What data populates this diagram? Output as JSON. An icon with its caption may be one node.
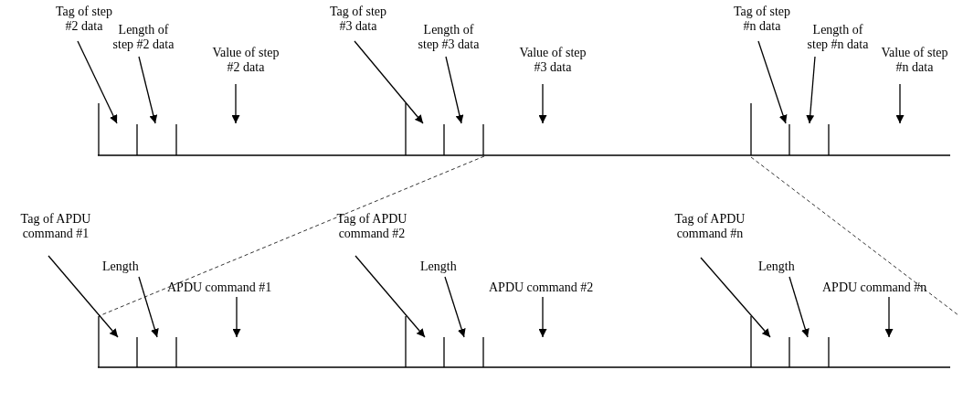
{
  "diagram": {
    "nodes": [
      {
        "text": [
          "Tag of step #2 data"
        ]
      },
      {
        "text": [
          "Length of step #2 data"
        ]
      },
      {
        "text": [
          "Value of step #2 data"
        ]
      },
      {
        "text": [
          "Tag of step #3 data"
        ]
      },
      {
        "text": [
          "Length of step #3 data"
        ]
      },
      {
        "text": [
          "Value of step #3 data"
        ]
      },
      {
        "text": [
          "Tag of step #n data"
        ]
      },
      {
        "text": [
          "Length of step #n data"
        ]
      },
      {
        "text": [
          "Value of step #n data"
        ]
      },
      {
        "text": [
          "Tag of APDU command #1"
        ]
      },
      {
        "text": [
          "Length"
        ]
      },
      {
        "text": [
          "APDU command #1"
        ]
      },
      {
        "text": [
          "Tag of APDU command #2"
        ]
      },
      {
        "text": [
          "Length"
        ]
      },
      {
        "text": [
          "APDU command #2"
        ]
      },
      {
        "text": [
          "Tag of APDU command #n"
        ]
      },
      {
        "text": [
          "Length"
        ]
      },
      {
        "text": [
          "APDU command #n"
        ]
      }
    ],
    "edges": [
      {
        "from": 0,
        "to": null,
        "arrow": "to"
      },
      {
        "from": 1,
        "to": null,
        "arrow": "to"
      },
      {
        "from": 2,
        "to": null,
        "arrow": "to"
      },
      {
        "from": 3,
        "to": null,
        "arrow": "to"
      },
      {
        "from": 4,
        "to": null,
        "arrow": "to"
      },
      {
        "from": 5,
        "to": null,
        "arrow": "to"
      },
      {
        "from": 6,
        "to": null,
        "arrow": "to"
      },
      {
        "from": 7,
        "to": null,
        "arrow": "to"
      },
      {
        "from": 8,
        "to": null,
        "arrow": "to"
      },
      {
        "from": 9,
        "to": null,
        "arrow": "to"
      },
      {
        "from": 10,
        "to": null,
        "arrow": "to"
      },
      {
        "from": 11,
        "to": null,
        "arrow": "to"
      },
      {
        "from": 12,
        "to": null,
        "arrow": "to"
      },
      {
        "from": 13,
        "to": null,
        "arrow": "to"
      },
      {
        "from": 14,
        "to": null,
        "arrow": "to"
      },
      {
        "from": 15,
        "to": null,
        "arrow": "to"
      },
      {
        "from": 16,
        "to": null,
        "arrow": "to"
      },
      {
        "from": 17,
        "to": null,
        "arrow": "to"
      }
    ]
  }
}
